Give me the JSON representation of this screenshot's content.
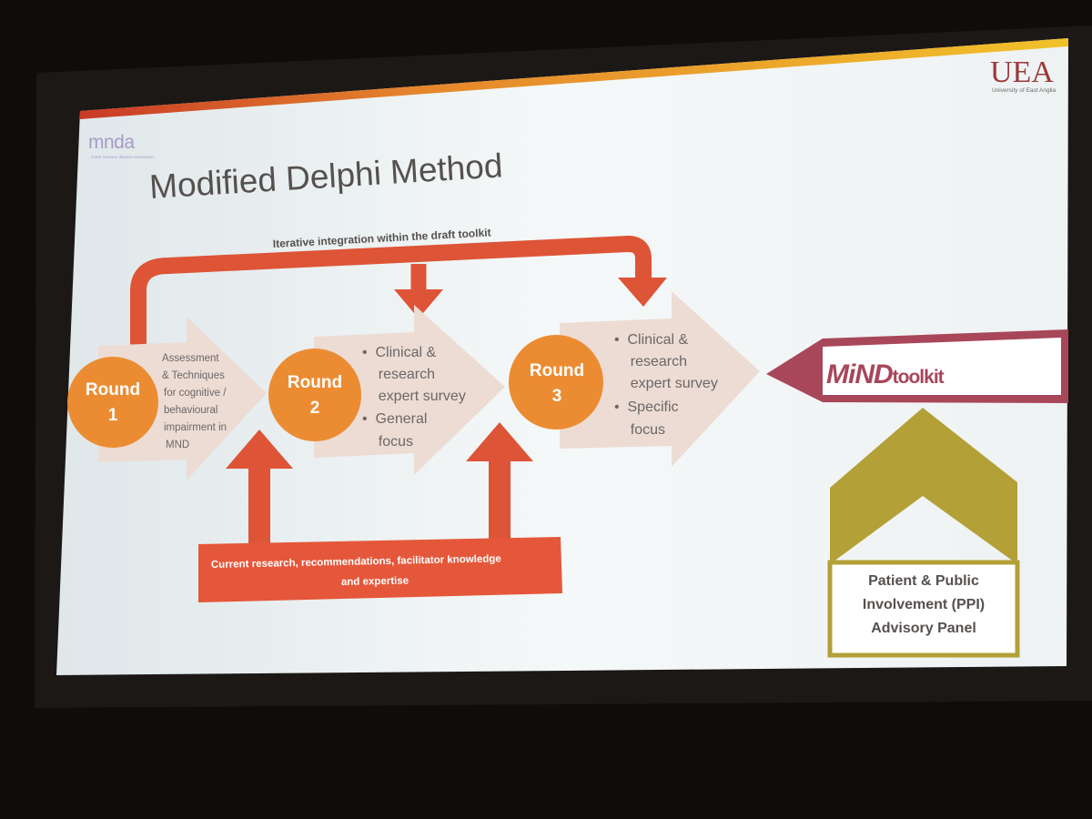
{
  "logos": {
    "mnda": {
      "text": "mnda",
      "tagline": "motor neurone disease association"
    },
    "uea": {
      "text": "UEA",
      "subtitle": "University of East Anglia"
    }
  },
  "slide": {
    "title": "Modified Delphi Method"
  },
  "diagram": {
    "top_arrow_label": "Iterative integration within the draft toolkit",
    "rounds": [
      {
        "label": "Round",
        "number": "1",
        "lines": [
          "Assessment",
          "& Techniques",
          "for cognitive /",
          "behavioural",
          "impairment in",
          "MND"
        ]
      },
      {
        "label": "Round",
        "number": "2",
        "lines": [
          "•  Clinical &",
          "    research",
          "    expert survey",
          "•  General",
          "    focus"
        ]
      },
      {
        "label": "Round",
        "number": "3",
        "lines": [
          "•  Clinical &",
          "    research",
          "    expert survey",
          "•  Specific",
          "    focus"
        ]
      }
    ],
    "bottom_box_lines": [
      "Current research, recommendations, facilitator knowledge",
      "and expertise"
    ],
    "toolkit": {
      "bold": "MiND",
      "rest": "toolkit"
    },
    "ppi_lines": [
      "Patient & Public",
      "Involvement (PPI)",
      "Advisory Panel"
    ]
  },
  "colors": {
    "screen": "#f2f5f6",
    "title": "#55514f",
    "circle": "#ec8c32",
    "red_arrow": "#de5437",
    "chevron_fill": "#ecdcd4",
    "toolkit_maroon": "#a8465a",
    "ppi_gold": "#b3a036"
  }
}
